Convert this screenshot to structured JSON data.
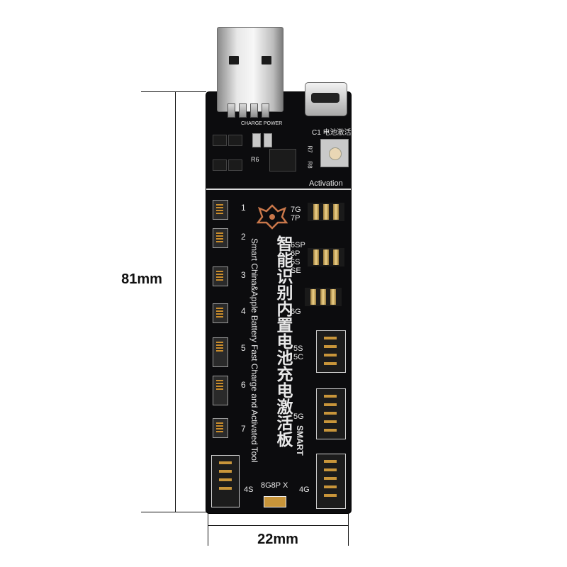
{
  "dimensions": {
    "height_label": "81mm",
    "width_label": "22mm"
  },
  "board": {
    "title_cn": "智能识别内置电池充电激活板",
    "title_en": "Smart China&Apple Battery Fast Charge and Activated Tool",
    "top_labels": {
      "charge_power": "CHARGE POWER",
      "c1_cn": "C1 电池激活",
      "activation": "Activation",
      "r7": "R7",
      "r8": "R8",
      "r6": "R6"
    },
    "left_slots": [
      "1",
      "2",
      "3",
      "4",
      "5",
      "6",
      "7"
    ],
    "right_labels": {
      "l7": "7G\n7P",
      "l6sp": "6SP\n6P\n6S\nSE",
      "l6g": "6G",
      "l5s": "5S\n5C",
      "l5g": "5G",
      "smart": "SMART",
      "l4g": "4G",
      "l4s": "4S",
      "l8g": "8G8P X"
    }
  },
  "colors": {
    "board": "#0c0c0e",
    "silk": "#e8e8e8",
    "gold_pin": "#c8953a",
    "logo": "#c9774a"
  }
}
